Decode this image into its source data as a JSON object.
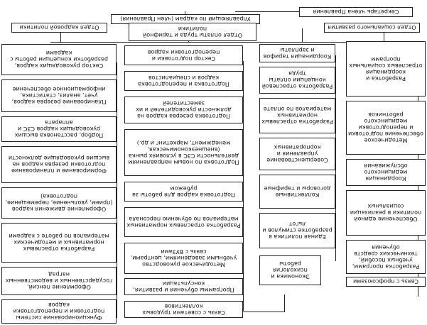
{
  "top": {
    "head": "Управляющий по кадрам (член Правления)",
    "secretary": "Секретарь члена Правления"
  },
  "departments": {
    "hr_policy": "Отдел кадровой политики",
    "labor_pay": "Отдел оплаты труда и тарифной политики",
    "social": "Отдел социального развития"
  },
  "col1": [
    "Сектор руководящих кадров, разработки концепции работы с кадрами",
    "Планирование резерва кадров, учет, анализ, статистика, информационное обеспечение",
    "Подбор, расстановка высших руководящих кадров СЗС и аппарата",
    "Формирование и планирование подготовки резерва кадров на высшие руководящие должности",
    "Оформление движения кадров (прием, увольнение, перемещение, подготовка)",
    "Разработка отраслевых нормативных и методических материалов по работе с кадрами",
    "Оформление пенсий, государственных и ведомственных наград",
    "Функционирование системы подготовки и переподготовки кадров"
  ],
  "col2": [
    "Сектор подготовки и переподготовки кадров",
    "Подготовка и переподготовка кадров и специалистов",
    "Подготовка резерва кадров на должности руководителей и их заместителей",
    "Подготовка по новым направлениям деятельности СЗС в условиях рынка (внешнеэкономическая, менеджмент, маркетинг и др.)",
    "Подготовка кадров для работы за рубежом",
    "Разработка отраслевых нормативных материалов по обучению персонала",
    "Методическое руководство учебными заведениями, центрами, связь с ВУЗами",
    "Программы обучения и развития, консультации",
    "Связь с советами трудовых коллективов"
  ],
  "col3": [
    "Координация тарифов и зарплаты",
    "Разработка отраслевой концепции оплаты труда",
    "Разработка отраслевых нормативных материалов по оплате",
    "Совершенствование управления и корпоративных",
    "Коллективные договоры и тарифные",
    "Единая политика в разработке стимулов и льгот",
    "Экономика и психология работы"
  ],
  "col4": [
    "Разработка и координация отраслевых социальных программ",
    "Методическое обеспечение подготовки и переподготовки медицинского работников",
    "Координация медицинского обслуживания",
    "Обеспечение единой политики в реализации социальных",
    "Разработка программ, учебных пособий, технических средств обучения",
    "Связь с профсоюзами"
  ],
  "colors": {
    "line": "#222222",
    "background": "#ffffff"
  }
}
